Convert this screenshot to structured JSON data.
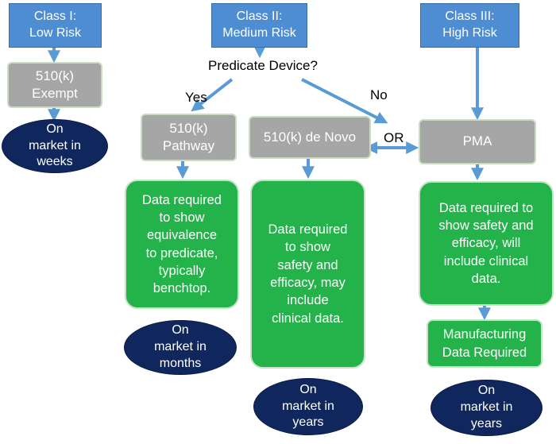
{
  "colors": {
    "class_box": "#4f8dd3",
    "pathway_box": "#a6a6a6",
    "data_box": "#23b34a",
    "market_oval": "#10275e",
    "arrow": "#5b9bd5"
  },
  "classes": {
    "class1": "Class I:\nLow Risk",
    "class2": "Class II:\nMedium Risk",
    "class3": "Class III:\nHigh Risk"
  },
  "decision": {
    "question": "Predicate Device?",
    "yes": "Yes",
    "no": "No",
    "or": "OR"
  },
  "pathways": {
    "exempt": "510(k)\nExempt",
    "pathway510k": "510(k)\nPathway",
    "denovo": "510(k) de Novo",
    "pma": "PMA"
  },
  "requirements": {
    "k510": "Data required\nto show\nequivalence\nto predicate,\ntypically\nbenchtop.",
    "denovo": "Data required\nto show\nsafety and\nefficacy, may\ninclude\nclinical data.",
    "pma": "Data required to\nshow safety and\nefficacy, will\ninclude clinical\ndata.",
    "manufacturing": "Manufacturing\nData Required"
  },
  "time_to_market": {
    "weeks": "On\nmarket in\nweeks",
    "months": "On\nmarket in\nmonths",
    "years_denovo": "On\nmarket in\nyears",
    "years_pma": "On\nmarket in\nyears"
  }
}
